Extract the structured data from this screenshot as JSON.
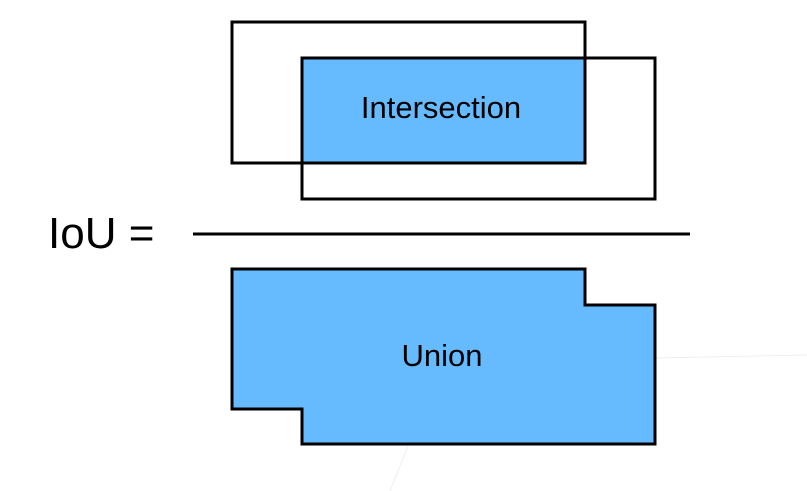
{
  "formula": {
    "lhs": "IoU ="
  },
  "numerator": {
    "label": "Intersection"
  },
  "denominator": {
    "label": "Union"
  },
  "colors": {
    "region_fill": "#66bbff",
    "stroke": "#000000",
    "background": "#ffffff",
    "faint_artifact": "#eeeeee"
  }
}
